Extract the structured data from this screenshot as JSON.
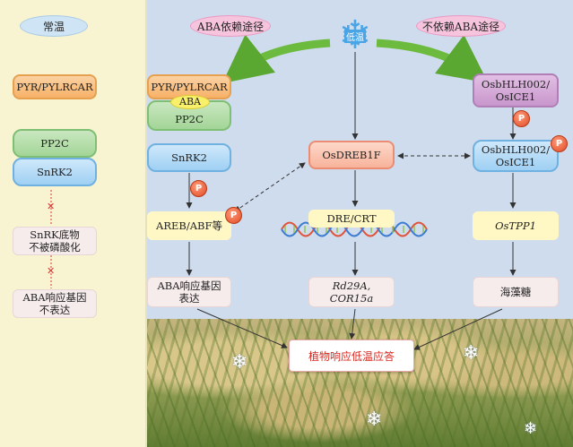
{
  "left_panel": {
    "header": "常温",
    "receptor": "PYR/PYLRCAR",
    "pp2c": "PP2C",
    "snrk2": "SnRK2",
    "substrate_text": "SnRK底物\n不被磷酸化",
    "gene_text": "ABA响应基因\n不表达"
  },
  "center_panel": {
    "aba_header": "ABA依赖途径",
    "non_aba_header": "不依赖ABA途径",
    "cold_label": "低温",
    "receptor": "PYR/PYLRCAR",
    "aba": "ABA",
    "pp2c": "PP2C",
    "snrk2": "SnRK2",
    "areb": "AREB/ABF等",
    "aba_gene": "ABA响应基因\n表达",
    "dreb": "OsDREB1F",
    "dre_crt": "DRE/CRT",
    "targets": "Rd29A, COR15a",
    "osbhlh_top": "OsbHLH002/\nOsICE1",
    "osbhlh_mid": "OsbHLH002/\nOsICE1",
    "tpp1": "OsTPP1",
    "trehalose": "海藻糖",
    "phospho": "P",
    "response": "植物响应低温应答"
  },
  "colors": {
    "left_bg": "#f8f4d2",
    "right_bg": "#cfdced",
    "header_oval": "#cfe4f5",
    "header_oval_pink": "#f7c4de",
    "response_text": "#d9281f",
    "green_arrow": "#6dbb3e"
  },
  "icons": [
    "snowflake-icon",
    "dna-helix-icon",
    "phosphate-badge-icon",
    "x-mark-icon"
  ]
}
